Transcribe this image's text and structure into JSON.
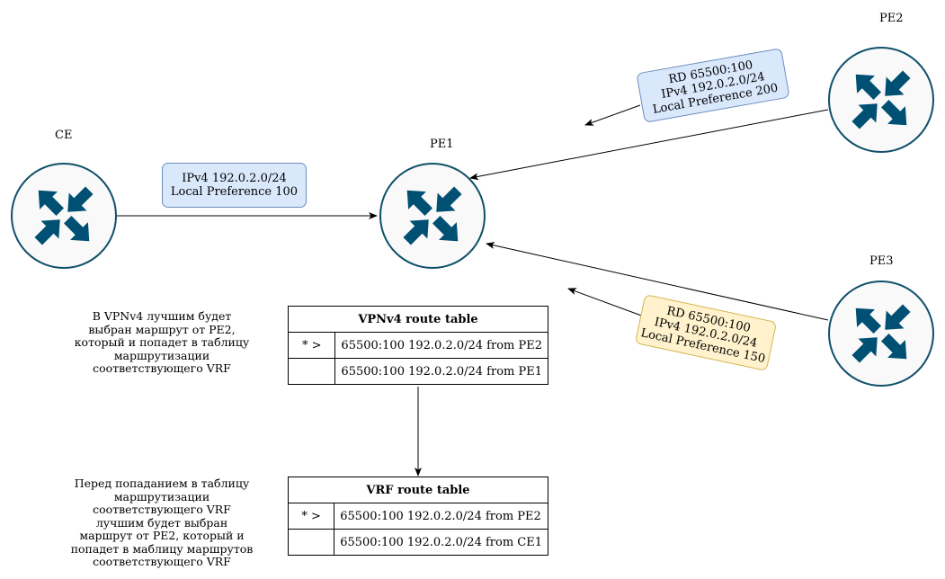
{
  "routers": {
    "ce": "CE",
    "pe1": "PE1",
    "pe2": "PE2",
    "pe3": "PE3"
  },
  "callouts": {
    "ce_to_pe1": [
      "IPv4 192.0.2.0/24",
      "Local Preference 100"
    ],
    "pe2": [
      "RD 65500:100",
      "IPv4 192.0.2.0/24",
      "Local Preference 200"
    ],
    "pe3": [
      "RD 65500:100",
      "IPv4 192.0.2.0/24",
      "Local Preference 150"
    ]
  },
  "notes": {
    "vpnv4": [
      "В VPNv4 лучшим будет",
      "выбран маршрут от PE2,",
      "который и попадет в таблицу",
      "маршрутизации",
      "соответствующего VRF"
    ],
    "vrf": [
      "Перед попаданием в таблицу",
      "маршрутизации",
      "соответствующего VRF",
      "лучшим будет выбран",
      "маршрут от PE2, который и",
      "попадет в маблицу маршрутов",
      "соответствующего VRF"
    ]
  },
  "tables": {
    "vpnv4": {
      "title": "VPNv4 route table",
      "rows": [
        {
          "flag": "* >",
          "route": "65500:100 192.0.2.0/24 from  PE2"
        },
        {
          "flag": "",
          "route": "65500:100 192.0.2.0/24 from  PE1"
        }
      ]
    },
    "vrf": {
      "title": "VRF route  table",
      "rows": [
        {
          "flag": "* >",
          "route": "65500:100 192.0.2.0/24 from  PE2"
        },
        {
          "flag": "",
          "route": "65500:100 192.0.2.0/24 from  CE1"
        }
      ]
    }
  },
  "colors": {
    "router_fill": "#f9f9f9",
    "router_stroke": "#10506b",
    "arrow_icon": "#005073",
    "callout_blue": "#dae8fc",
    "callout_yellow": "#fff2cc"
  },
  "icons": {
    "router": "router-icon"
  }
}
